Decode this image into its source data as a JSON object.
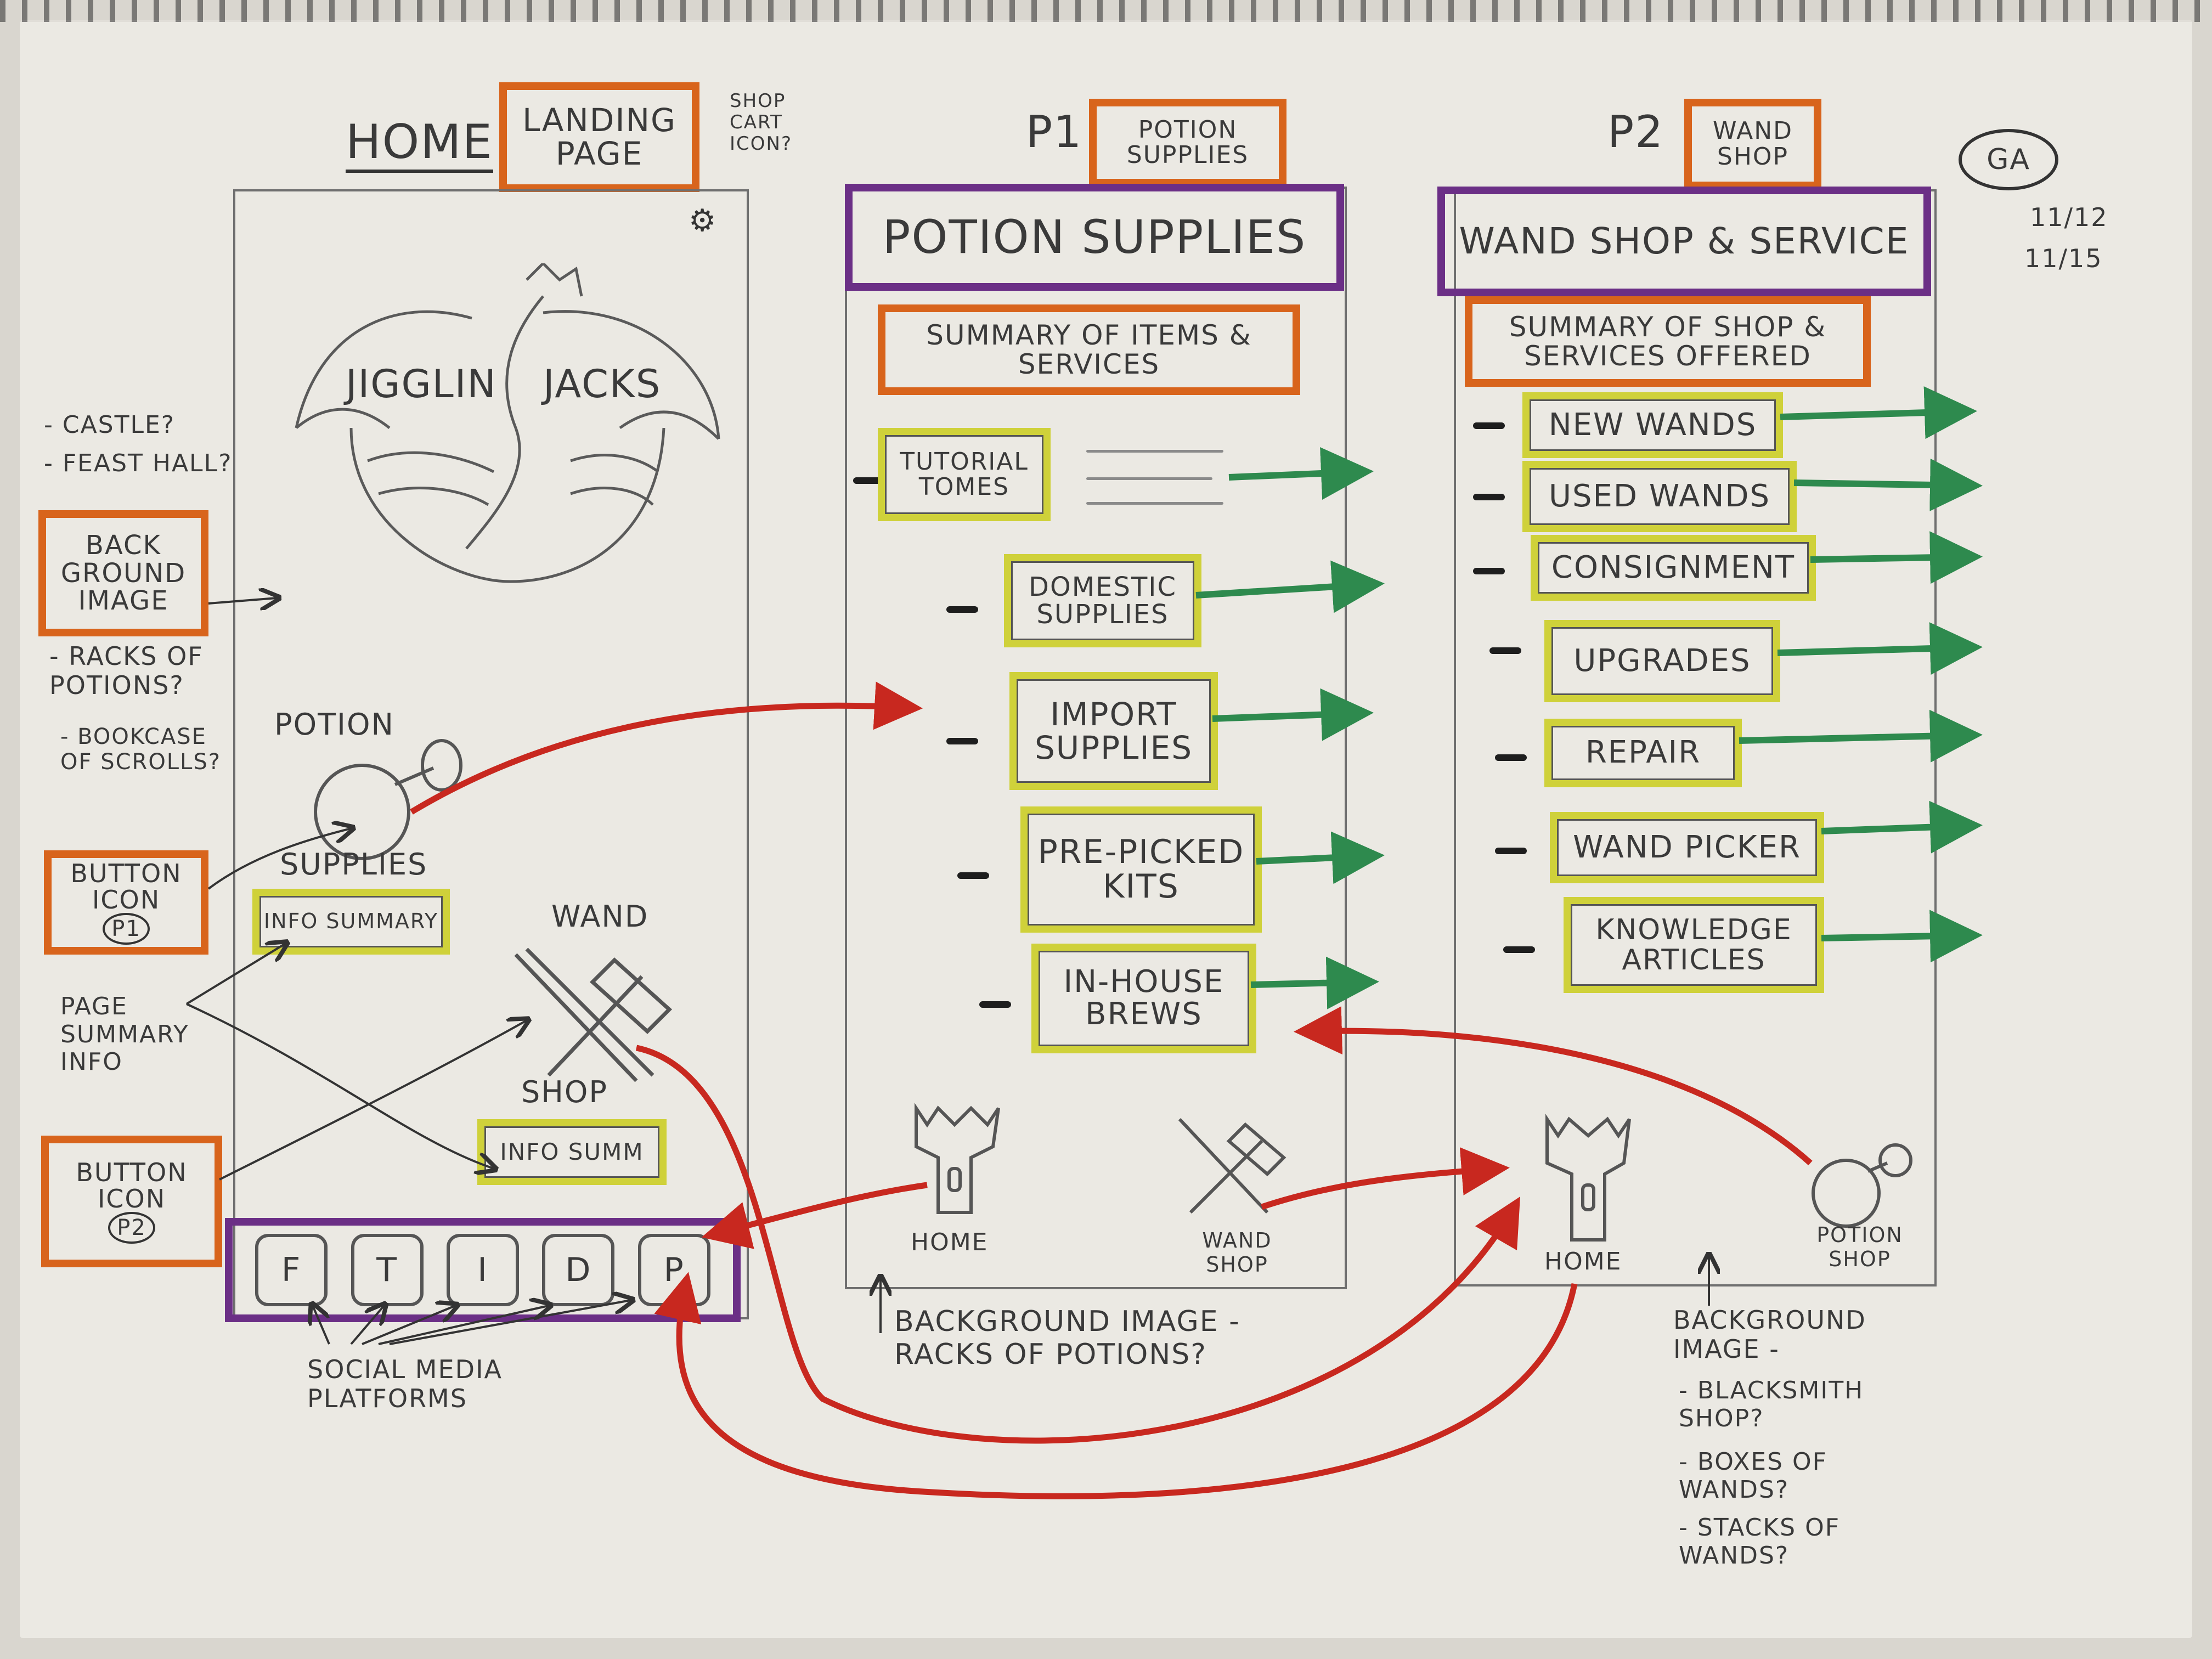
{
  "home": {
    "heading": "HOME",
    "tag": "LANDING PAGE",
    "cart_note": "SHOP CART ICON?",
    "logo_word1": "JIGGLIN",
    "logo_word2": "JACKS",
    "potion_label_top": "POTION",
    "potion_label_bottom": "SUPPLIES",
    "info_summary_1": "INFO SUMMARY",
    "wand_label_top": "WAND",
    "wand_label_bottom": "SHOP",
    "info_summary_2": "INFO SUMM",
    "social_icons": [
      "F",
      "T",
      "I",
      "D",
      "P"
    ]
  },
  "left_notes": {
    "castle": "- CASTLE?",
    "feast": "- FEAST HALL?",
    "background_image": "BACK GROUND IMAGE",
    "racks": "- RACKS OF POTIONS?",
    "bookcase": "- BOOKCASE OF SCROLLS?",
    "button_icon_p1_label": "BUTTON ICON",
    "button_icon_p1_badge": "P1",
    "page_summary": "PAGE SUMMARY INFO",
    "button_icon_p2_label": "BUTTON ICON",
    "button_icon_p2_badge": "P2",
    "social_media": "SOCIAL MEDIA PLATFORMS"
  },
  "p1": {
    "heading": "P1",
    "tag": "POTION SUPPLIES",
    "title": "POTION SUPPLIES",
    "summary": "SUMMARY OF ITEMS & SERVICES",
    "items": [
      "TUTORIAL TOMES",
      "DOMESTIC SUPPLIES",
      "IMPORT SUPPLIES",
      "PRE-PICKED KITS",
      "IN-HOUSE BREWS"
    ],
    "nav_home": "HOME",
    "nav_wand": "WAND SHOP",
    "bg_note": "BACKGROUND IMAGE - RACKS OF POTIONS?"
  },
  "p2": {
    "heading": "P2",
    "tag": "WAND SHOP",
    "title": "WAND SHOP & SERVICE",
    "summary": "SUMMARY OF SHOP & SERVICES OFFERED",
    "items": [
      "NEW WANDS",
      "USED WANDS",
      "CONSIGNMENT",
      "UPGRADES",
      "REPAIR",
      "WAND PICKER",
      "KNOWLEDGE ARTICLES"
    ],
    "nav_home": "HOME",
    "nav_potion": "POTION SHOP",
    "bg_note_title": "BACKGROUND IMAGE -",
    "bg_note_1": "- BLACKSMITH SHOP?",
    "bg_note_2": "- BOXES OF WANDS?",
    "bg_note_3": "- STACKS OF WANDS?"
  },
  "signature": {
    "initials": "GA",
    "date1": "11/12",
    "date2": "11/15"
  },
  "colors": {
    "orange": "#d8641c",
    "yellow": "#cfd13a",
    "purple": "#6b2f86",
    "green": "#2e8a4e",
    "red": "#c8281f",
    "pencil": "#3a3a3a"
  }
}
